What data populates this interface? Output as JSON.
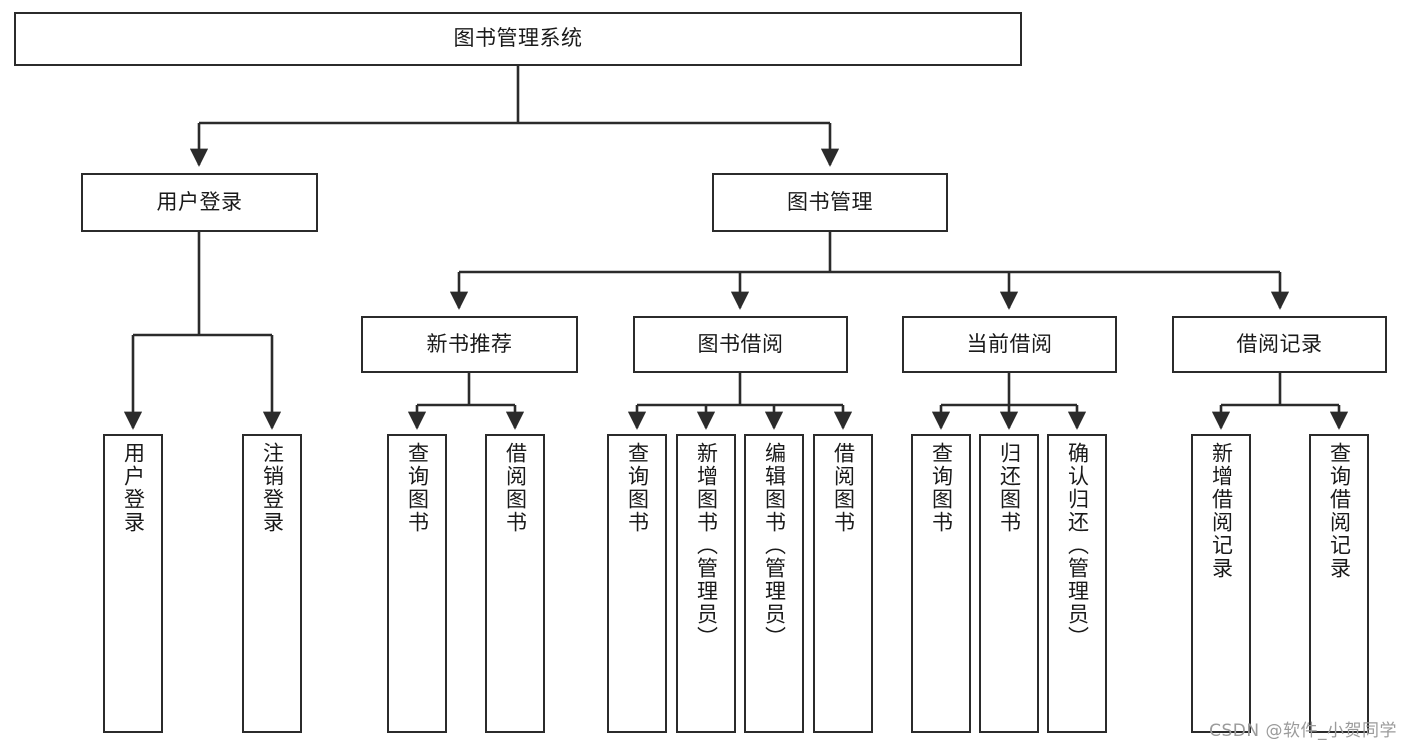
{
  "diagram": {
    "type": "tree-hierarchy",
    "title": "图书管理系统",
    "colors": {
      "background": "#ffffff",
      "node_fill": "#ffffff",
      "node_border": "#2b2b2b",
      "edge": "#2b2b2b",
      "text": "#1a1a1a",
      "watermark": "#9b9b9b"
    },
    "root": {
      "label": "图书管理系统"
    },
    "level2": [
      {
        "label": "用户登录"
      },
      {
        "label": "图书管理"
      }
    ],
    "level3": [
      {
        "label": "新书推荐"
      },
      {
        "label": "图书借阅"
      },
      {
        "label": "当前借阅"
      },
      {
        "label": "借阅记录"
      }
    ],
    "leaves": {
      "user_login": [
        {
          "label": "用户登录"
        },
        {
          "label": "注销登录"
        }
      ],
      "new_book_recommend": [
        {
          "label": "查询图书"
        },
        {
          "label": "借阅图书"
        }
      ],
      "book_borrow": [
        {
          "label": "查询图书"
        },
        {
          "label": "新增图书（管理员）"
        },
        {
          "label": "编辑图书（管理员）"
        },
        {
          "label": "借阅图书"
        }
      ],
      "current_borrow": [
        {
          "label": "查询图书"
        },
        {
          "label": "归还图书"
        },
        {
          "label": "确认归还（管理员）"
        }
      ],
      "borrow_record": [
        {
          "label": "新增借阅记录"
        },
        {
          "label": "查询借阅记录"
        }
      ]
    },
    "watermark": "CSDN @软件_小贺同学"
  }
}
